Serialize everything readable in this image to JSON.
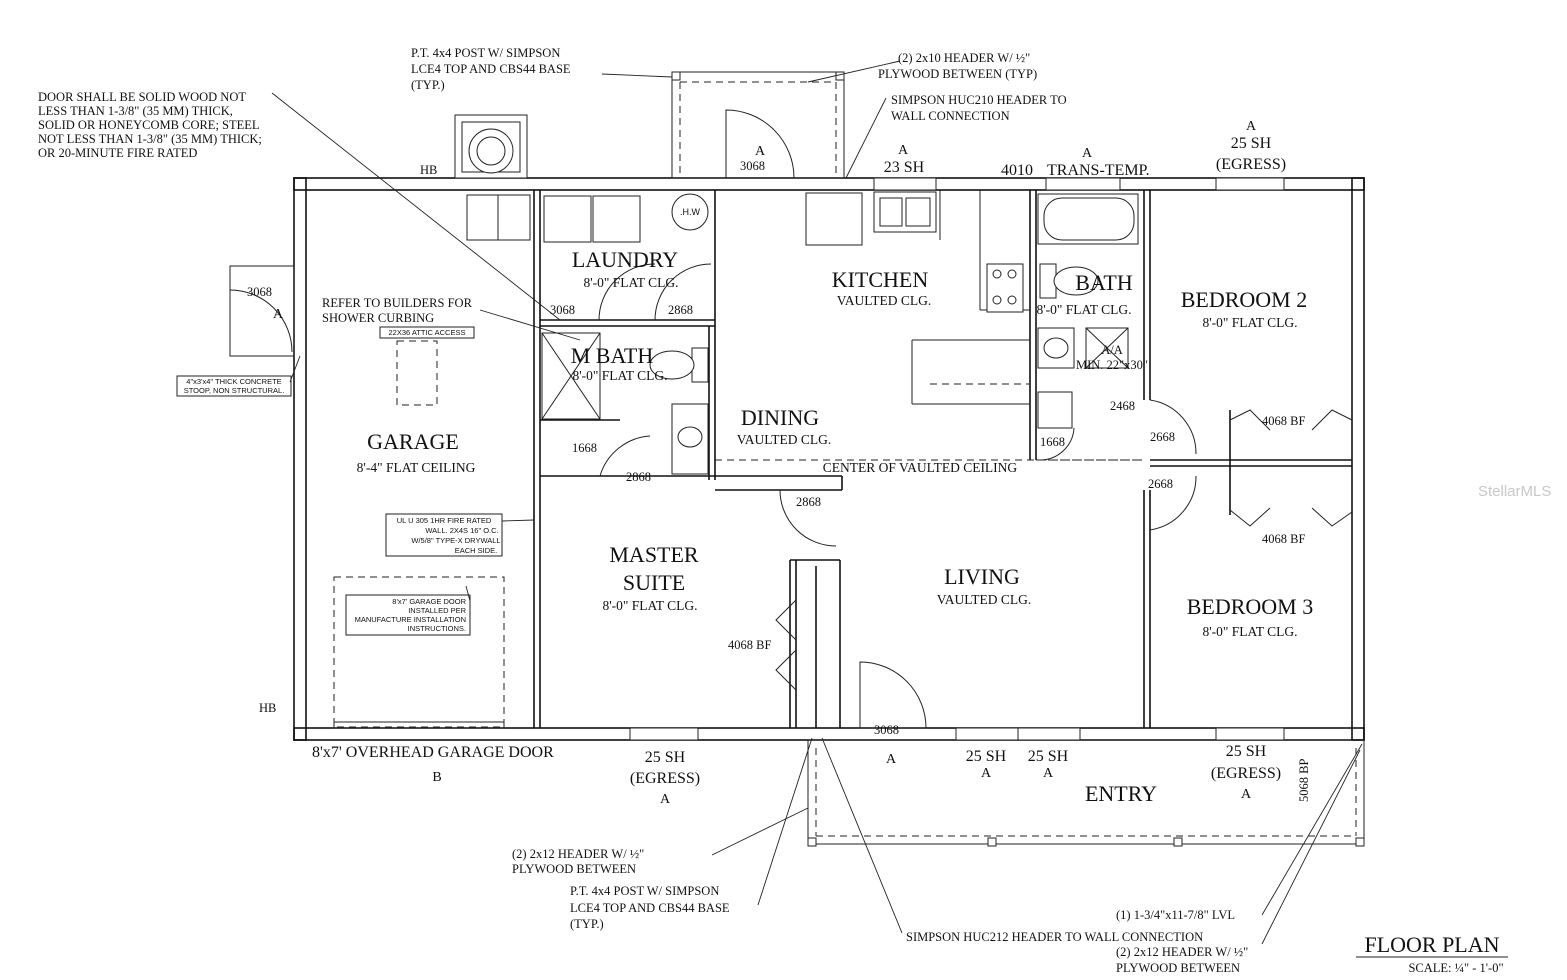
{
  "rooms": {
    "laundry": {
      "name": "LAUNDRY",
      "ceiling": "8'-0\" FLAT CLG."
    },
    "kitchen": {
      "name": "KITCHEN",
      "ceiling": "VAULTED CLG."
    },
    "bath": {
      "name": "BATH",
      "ceiling": "8'-0\" FLAT CLG."
    },
    "bedroom2": {
      "name": "BEDROOM 2",
      "ceiling": "8'-0\" FLAT CLG."
    },
    "mbath": {
      "name": "M BATH",
      "ceiling": "8'-0\" FLAT CLG."
    },
    "dining": {
      "name": "DINING",
      "ceiling": "VAULTED CLG."
    },
    "garage": {
      "name": "GARAGE",
      "ceiling": "8'-4\" FLAT CEILING"
    },
    "master_suite": {
      "name_line1": "MASTER",
      "name_line2": "SUITE",
      "ceiling": "8'-0\" FLAT CLG."
    },
    "living": {
      "name": "LIVING",
      "ceiling": "VAULTED CLG."
    },
    "bedroom3": {
      "name": "BEDROOM 3",
      "ceiling": "8'-0\" FLAT CLG."
    },
    "entry": {
      "name": "ENTRY"
    }
  },
  "notes": {
    "door_solid_wood": [
      "DOOR SHALL BE SOLID WOOD NOT",
      "LESS THAN 1-3/8\" (35 MM) THICK,",
      "SOLID OR HONEYCOMB CORE; STEEL",
      "NOT LESS THAN 1-3/8\" (35 MM) THICK;",
      "OR 20-MINUTE FIRE RATED"
    ],
    "post_top": [
      "P.T. 4x4 POST W/ SIMPSON",
      "LCE4 TOP AND CBS44 BASE",
      "(TYP.)"
    ],
    "header_2x10": [
      "(2) 2x10 HEADER W/ ½\"",
      "PLYWOOD BETWEEN (TYP)"
    ],
    "huc210": [
      "SIMPSON HUC210 HEADER TO",
      "WALL CONNECTION"
    ],
    "shower_curbing": [
      "REFER TO BUILDERS FOR",
      "SHOWER CURBING"
    ],
    "attic_access": "22X36 ATTIC ACCESS",
    "stoop": [
      "4\"x3'x4\" THICK CONCRETE",
      "STOOP, NON STRUCTURAL."
    ],
    "fire_wall": [
      "UL U 305 1HR FIRE RATED",
      "WALL. 2X4S 16\" O.C.",
      "W/5/8\" TYPE-X DRYWALL",
      "EACH SIDE."
    ],
    "garage_door_install": [
      "8'x7' GARAGE DOOR",
      "INSTALLED PER",
      "MANUFACTURE INSTALLATION",
      "INSTRUCTIONS."
    ],
    "center_vault": "CENTER OF VAULTED CEILING",
    "header_2x12_left": [
      "(2) 2x12 HEADER W/ ½\"",
      "PLYWOOD BETWEEN"
    ],
    "post_bottom": [
      "P.T. 4x4 POST W/ SIMPSON",
      "LCE4 TOP AND CBS44 BASE",
      "(TYP.)"
    ],
    "huc212": "SIMPSON HUC212 HEADER TO WALL CONNECTION",
    "lvl": "(1) 1-3/4\"x11-7/8\" LVL",
    "header_2x12_right": [
      "(2) 2x12 HEADER W/ ½\"",
      "PLYWOOD BETWEEN"
    ],
    "overhead_door": "8'x7' OVERHEAD GARAGE DOOR",
    "shower_min": [
      "A/A",
      "MIN. 22\"x30\""
    ]
  },
  "tags": {
    "door_3068": "3068",
    "door_2868": "2868",
    "door_1668": "1668",
    "door_2468": "2468",
    "door_2668": "2668",
    "door_4068bf": "4068 BF",
    "door_5068bp": "5068 BP",
    "win_23sh": "23 SH",
    "win_25sh": "25 SH",
    "egress": "(EGRESS)",
    "win_4010": "4010",
    "trans_temp": "TRANS-TEMP.",
    "type_a": "A",
    "type_b": "B",
    "hb": "HB",
    "hw": ".H.W"
  },
  "title": {
    "text": "FLOOR PLAN",
    "scale": "SCALE: ¼\" - 1'-0\""
  },
  "watermark": "StellarMLS"
}
